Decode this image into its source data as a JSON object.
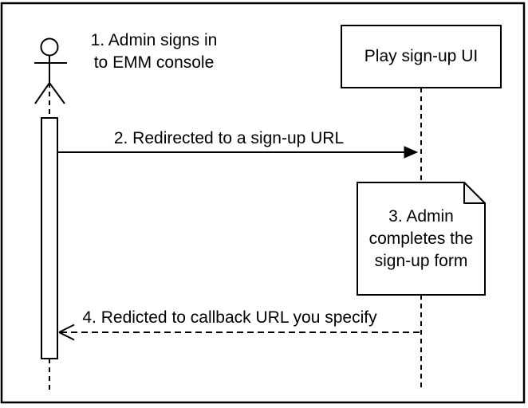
{
  "colors": {
    "stroke": "#000000",
    "background": "#ffffff",
    "activation_fill": "#ffffff",
    "note_fill": "#ffffff",
    "note_fold_fill": "#f2f2f2"
  },
  "lifelines": [
    {
      "id": "admin",
      "type": "actor"
    },
    {
      "id": "play-signup-ui",
      "type": "participant",
      "label": "Play sign-up UI"
    }
  ],
  "messages": [
    {
      "num": "1",
      "type": "annotation",
      "label": "1. Admin signs in\nto EMM console"
    },
    {
      "num": "2",
      "type": "solid-arrow",
      "from": "admin",
      "to": "play-signup-ui",
      "label": "2. Redirected to a sign-up URL"
    },
    {
      "num": "3",
      "type": "note",
      "label": "3. Admin\ncompletes the\nsign-up form"
    },
    {
      "num": "4",
      "type": "dashed-arrow",
      "from": "play-signup-ui",
      "to": "admin",
      "label": "4. Redicted to callback URL you specify"
    }
  ]
}
